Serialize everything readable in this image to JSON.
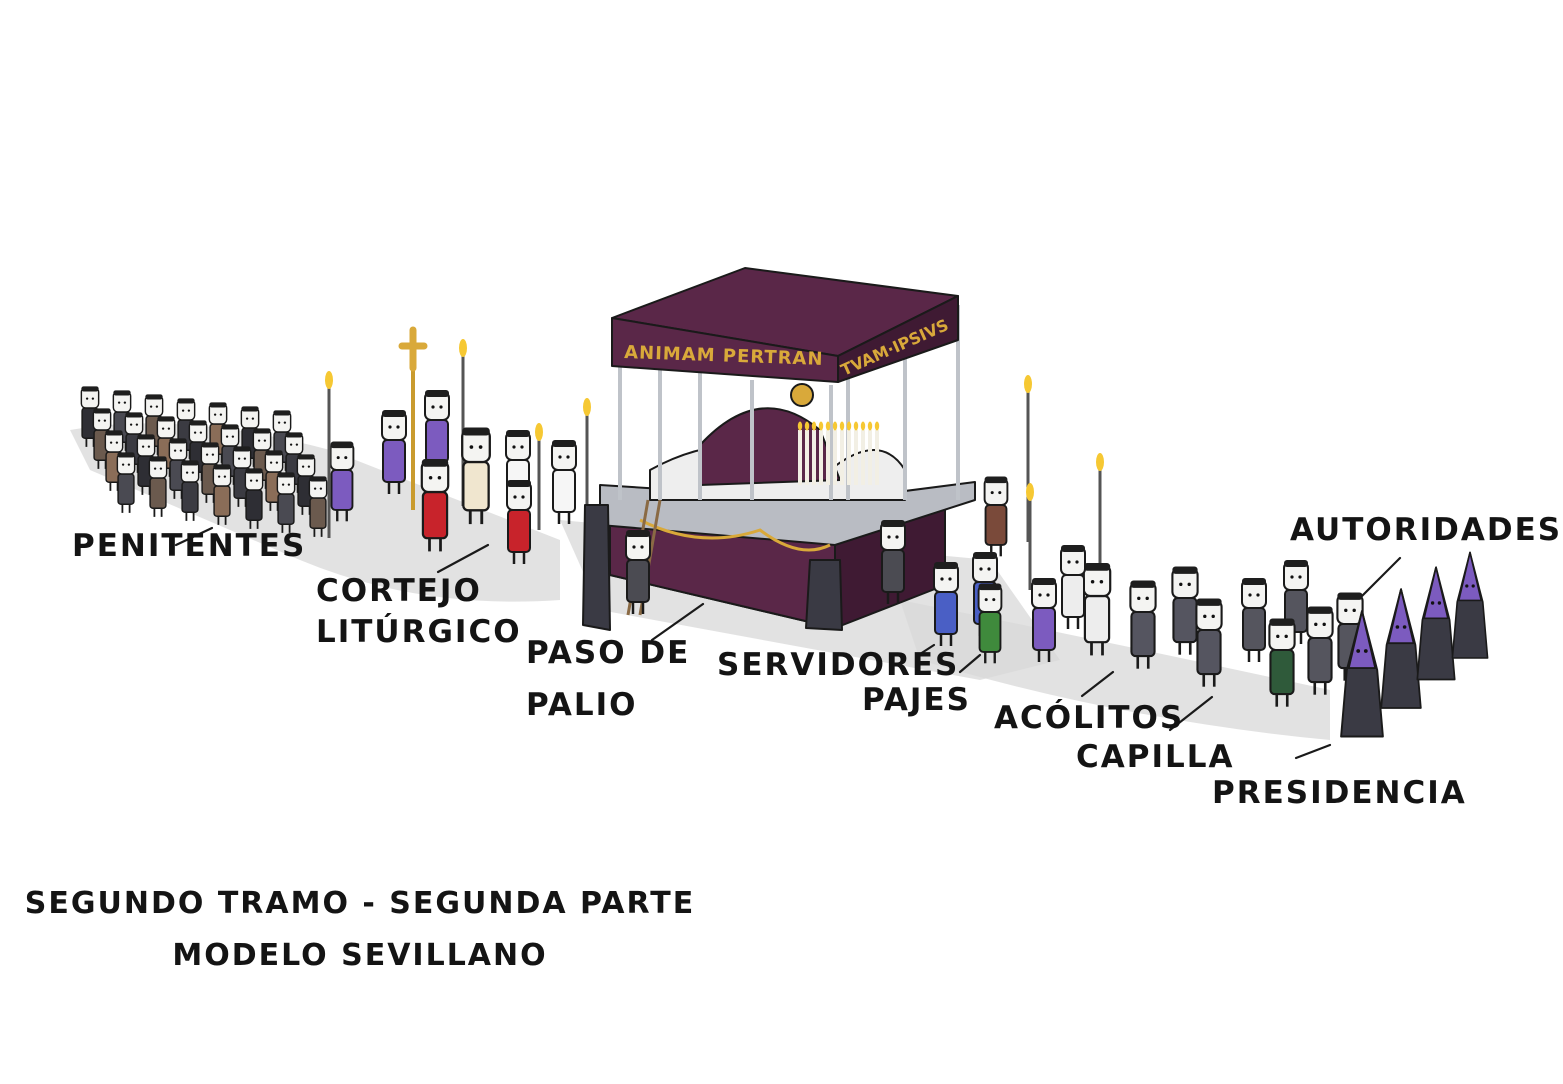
{
  "labels": {
    "penitentes": "PENITENTES",
    "cortejo_line1": "CORTEJO",
    "cortejo_line2": "LITÚRGICO",
    "paso_line1": "PASO DE",
    "paso_line2": "PALIO",
    "servidores": "SERVIDORES",
    "pajes": "PAJES",
    "acolitos": "ACÓLITOS",
    "capilla": "CAPILLA",
    "presidencia": "PRESIDENCIA",
    "autoridades": "AUTORIDADES"
  },
  "banners": {
    "front": "ANIMAM PERTRAN",
    "side": "TVAM·IPSIVS"
  },
  "caption": {
    "line1": "SEGUNDO TRAMO - SEGUNDA PARTE",
    "line2": "MODELO SEVILLANO"
  },
  "colors": {
    "canopy": "#5a2748",
    "canopy_dark": "#3f1a33",
    "canopy_gold": "#d9a93a",
    "silver": "#b9bcc3",
    "robe_purple": "#7c5bbf",
    "robe_dark": "#3a3a44",
    "liturgical_red": "#c8232b",
    "shadow": "#d8d8d8",
    "candle_flame": "#f6c833"
  }
}
